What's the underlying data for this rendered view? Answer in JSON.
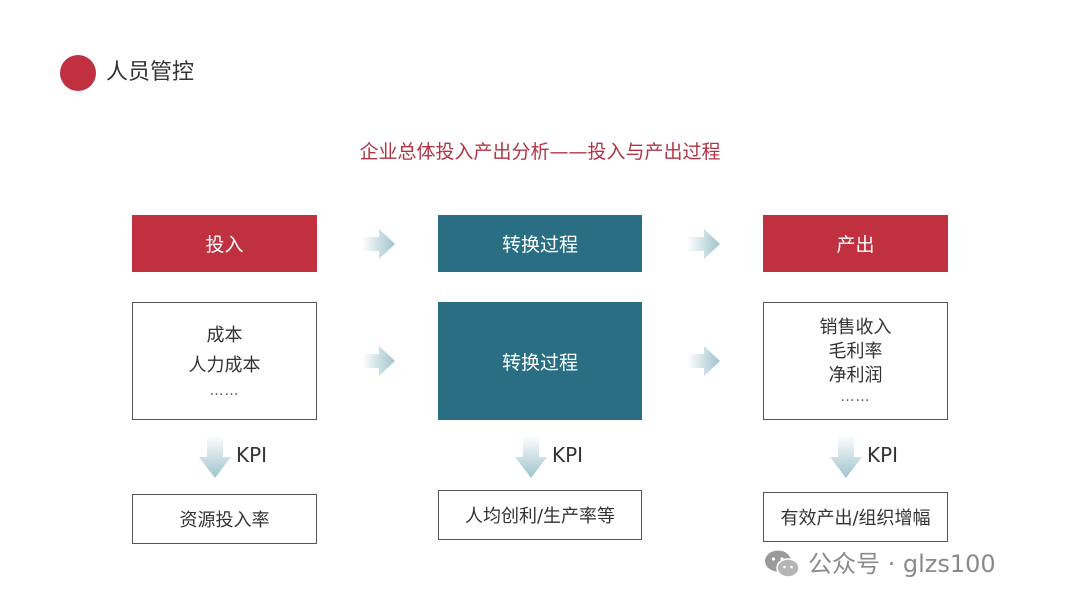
{
  "section_title": "人员管控",
  "main_title": "企业总体投入产出分析——投入与产出过程",
  "columns": [
    {
      "header": "投入",
      "lines": [
        "成本",
        "人力成本"
      ],
      "ellipsis": "……",
      "kpi": "KPI",
      "result": "资源投入率"
    },
    {
      "header": "转换过程",
      "center": "转换过程",
      "kpi": "KPI",
      "result": "人均创利/生产率等"
    },
    {
      "header": "产出",
      "lines": [
        "销售收入",
        "毛利率",
        "净利润"
      ],
      "ellipsis": "……",
      "kpi": "KPI",
      "result": "有效产出/组织增幅"
    }
  ],
  "watermark": "公众号 · glzs100",
  "colors": {
    "red": "#c0303f",
    "teal": "#2a6e84",
    "title": "#b03545"
  }
}
